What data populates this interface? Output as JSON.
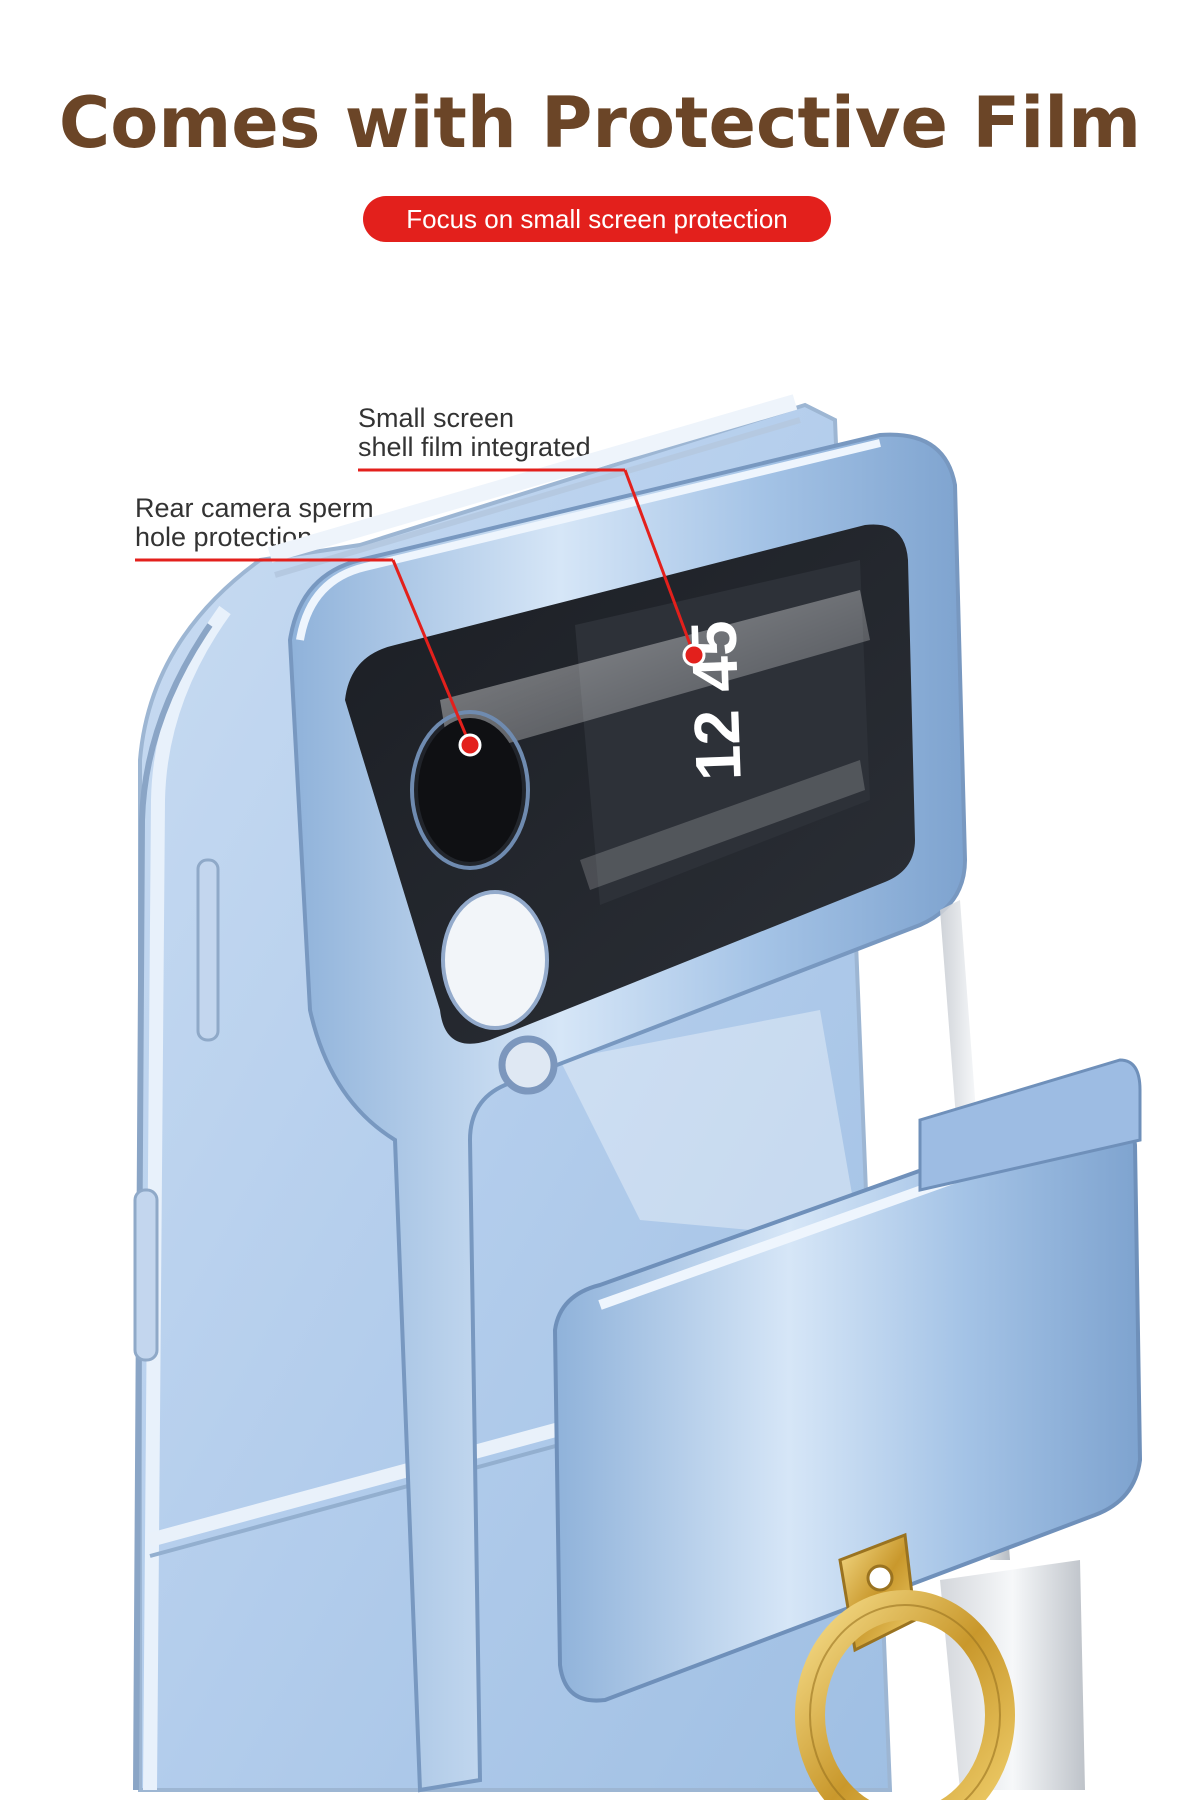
{
  "header": {
    "title": "Comes with Protective Film",
    "badge": "Focus on small screen protection"
  },
  "callouts": {
    "screen_film": {
      "line1": "Small screen",
      "line2": "shell film integrated"
    },
    "camera_hole": {
      "line1": "Rear camera sperm",
      "line2": "hole protection"
    }
  },
  "cover_screen": {
    "clock": "12 45"
  },
  "colors": {
    "title": "#6b4527",
    "badge": "#e3201c",
    "callout_line": "#e3201c",
    "case_frame": "#a9c7e8",
    "ring_stand": "#d8b24a"
  }
}
